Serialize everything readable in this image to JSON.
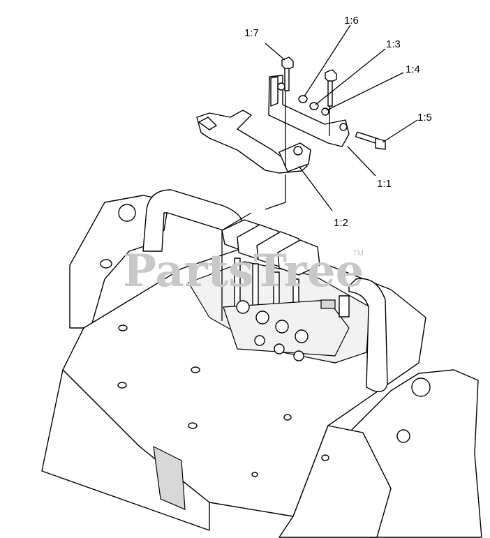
{
  "watermark": {
    "text": "PartsTree",
    "trademark": "TM"
  },
  "callouts": [
    {
      "id": "1:7",
      "label": "1:7"
    },
    {
      "id": "1:6",
      "label": "1:6"
    },
    {
      "id": "1:3",
      "label": "1:3"
    },
    {
      "id": "1:4",
      "label": "1:4"
    },
    {
      "id": "1:5",
      "label": "1:5"
    },
    {
      "id": "1:1",
      "label": "1:1"
    },
    {
      "id": "1:2",
      "label": "1:2"
    }
  ]
}
